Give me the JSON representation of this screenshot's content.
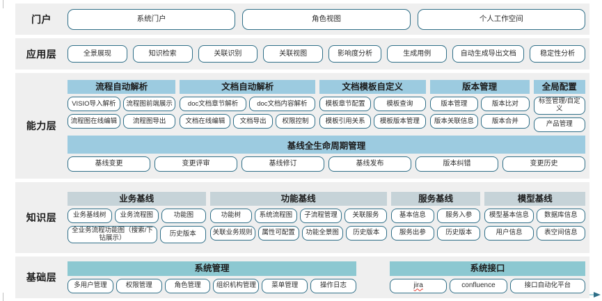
{
  "layers": {
    "portal": {
      "label": "门户",
      "items": [
        "系统门户",
        "角色视图",
        "个人工作空间"
      ]
    },
    "application": {
      "label": "应用层",
      "items": [
        "全景展现",
        "知识检索",
        "关联识别",
        "关联视图",
        "影响度分析",
        "生成用例",
        "自动生成导出文档",
        "稳定性分析"
      ]
    },
    "capability": {
      "label": "能力层",
      "groups": [
        {
          "title": "流程自动解析",
          "rows": [
            [
              "VISIO导入解析",
              "流程图前端展示"
            ],
            [
              "流程图在线编辑",
              "流程图导出"
            ]
          ]
        },
        {
          "title": "文档自动解析",
          "rows": [
            [
              "doc文档章节解析",
              "doc文档内容解析"
            ],
            [
              "文档在线编辑",
              "文档导出",
              "权限控制"
            ]
          ]
        },
        {
          "title": "文档模板自定义",
          "rows": [
            [
              "模板章节配置",
              "模板查询"
            ],
            [
              "模板引用关系",
              "模板版本管理"
            ]
          ]
        },
        {
          "title": "版本管理",
          "rows": [
            [
              "版本管理",
              "版本比对"
            ],
            [
              "版本关联信息",
              "版本合并"
            ]
          ]
        },
        {
          "title": "全局配置",
          "rows": [
            [
              "标签管理/自定义"
            ],
            [
              "产品管理"
            ]
          ]
        }
      ],
      "banner": {
        "title": "基线全生命周期管理",
        "items": [
          "基线变更",
          "变更评审",
          "基线修订",
          "基线发布",
          "版本纠错",
          "变更历史"
        ]
      }
    },
    "knowledge": {
      "label": "知识层",
      "groups": [
        {
          "title": "业务基线",
          "rows": [
            [
              "业务基线树",
              "业务流程图",
              "功能图"
            ],
            [
              "全业务流程功能图（搜索/下钻展示）",
              "历史版本"
            ]
          ]
        },
        {
          "title": "功能基线",
          "rows": [
            [
              "功能树",
              "系统流程图",
              "子流程管理",
              "关联服务"
            ],
            [
              "关联业务规则",
              "属性可配置",
              "功能全景图",
              "历史版本"
            ]
          ]
        },
        {
          "title": "服务基线",
          "rows": [
            [
              "基本信息",
              "服务入参"
            ],
            [
              "服务出参",
              "历史版本"
            ]
          ]
        },
        {
          "title": "模型基线",
          "rows": [
            [
              "模型基本信息",
              "数据库信息"
            ],
            [
              "用户信息",
              "表空间信息"
            ]
          ]
        }
      ]
    },
    "foundation": {
      "label": "基础层",
      "groups": [
        {
          "title": "系统管理",
          "rows": [
            [
              "多用户管理",
              "权限管理",
              "角色管理",
              "组织机构管理",
              "菜单管理",
              "操作日志"
            ]
          ]
        },
        {
          "title": "系统接口",
          "rows": [
            [
              "jira",
              "confluence",
              "接口自动化平台"
            ]
          ]
        }
      ]
    }
  },
  "colors": {
    "band": "#efefef",
    "pill_border": "#2e6e87",
    "head_blue": "#9ccbe0",
    "head_grey": "#c6d3d8",
    "head_teal": "#8cc8d1",
    "text": "#1c1c1c",
    "spellcheck_underline": "#e03b2f"
  }
}
